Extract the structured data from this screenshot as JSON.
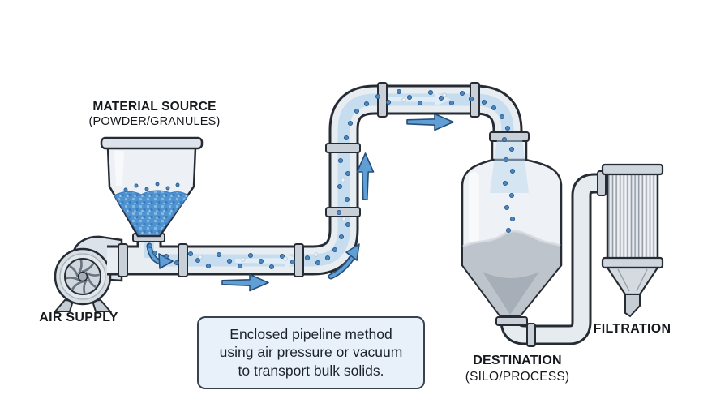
{
  "labels": {
    "material_source_line1": "MATERIAL SOURCE",
    "material_source_line2": "(POWDER/GRANULES)",
    "air_supply": "AIR SUPPLY",
    "destination_line1": "DESTINATION",
    "destination_line2": "(SILO/PROCESS)",
    "filtration": "FILTRATION"
  },
  "note": {
    "line1": "Enclosed pipeline method",
    "line2": "using air pressure or vacuum",
    "line3": "to transport bulk solids."
  },
  "colors": {
    "particle_blue": "#4a86c0",
    "granule_blue": "#4f93d2",
    "stream_blue": "#c6dcef",
    "arrow_blue": "#5f9fd6",
    "arrow_outline": "#274e78",
    "pipe_outline": "#262b34",
    "pipe_body": "#e8edf2",
    "material_gray": "#bdc4cb",
    "note_background": "#e8f1f9"
  },
  "equipment_icons": {
    "blower": "air-blower-icon",
    "hopper": "material-hopper-icon",
    "pipeline": "conveying-pipeline",
    "silo": "destination-silo-icon",
    "filter": "filtration-unit-icon"
  }
}
